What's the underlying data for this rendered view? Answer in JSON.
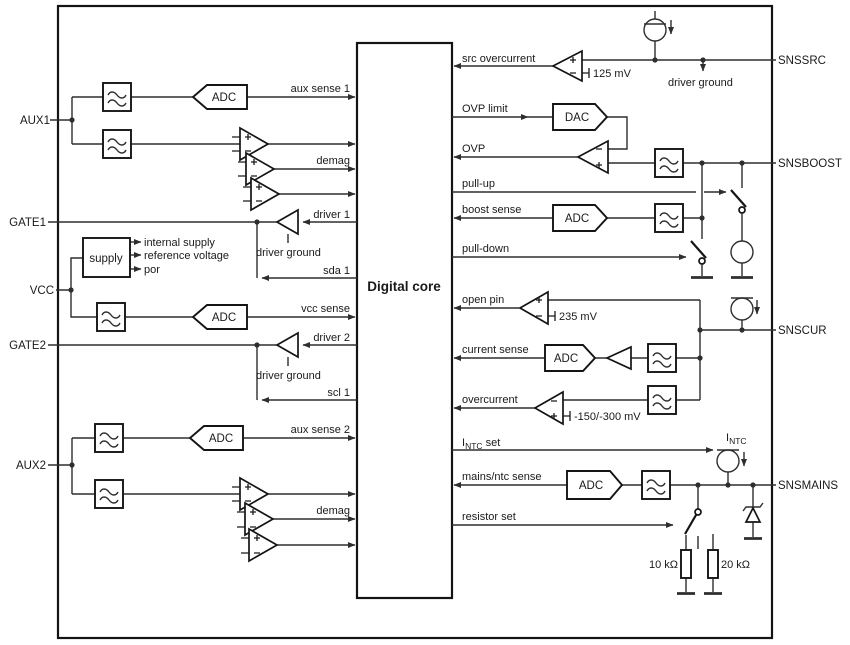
{
  "colors": {
    "background": "#ffffff",
    "line": "#2e2e2e",
    "block_stroke": "#141414",
    "text": "#1a1a1a"
  },
  "pins": {
    "left": [
      {
        "label": "AUX1"
      },
      {
        "label": "GATE1"
      },
      {
        "label": "VCC"
      },
      {
        "label": "GATE2"
      },
      {
        "label": "AUX2"
      }
    ],
    "right": [
      {
        "label": "SNSSRC"
      },
      {
        "label": "SNSBOOST"
      },
      {
        "label": "SNSCUR"
      },
      {
        "label": "SNSMAINS"
      }
    ]
  },
  "core": {
    "label": "Digital core"
  },
  "blocks": {
    "adc": "ADC",
    "dac": "DAC",
    "supply": "supply"
  },
  "signals": {
    "aux_sense_1": "aux sense 1",
    "demag": "demag",
    "driver_1": "driver 1",
    "driver_ground": "driver ground",
    "sda_1": "sda 1",
    "internal_supply": "internal supply",
    "reference_voltage": "reference voltage",
    "por": "por",
    "vcc_sense": "vcc sense",
    "driver_2": "driver 2",
    "scl_1": "scl 1",
    "aux_sense_2": "aux sense 2",
    "src_overcurrent": "src overcurrent",
    "ovp_limit": "OVP limit",
    "ovp": "OVP",
    "pull_up": "pull-up",
    "boost_sense": "boost sense",
    "pull_down": "pull-down",
    "open_pin": "open pin",
    "current_sense": "current sense",
    "overcurrent": "overcurrent",
    "intc_prefix": "I",
    "intc_sub": "NTC",
    "intc_set_suffix": " set",
    "mains_ntc_sense": "mains/ntc sense",
    "resistor_set": "resistor set"
  },
  "values": {
    "src_threshold": "125 mV",
    "open_pin_threshold": "235 mV",
    "overcurrent_threshold": "-150/-300 mV",
    "resistor_10k": "10 kΩ",
    "resistor_20k": "20 kΩ"
  }
}
